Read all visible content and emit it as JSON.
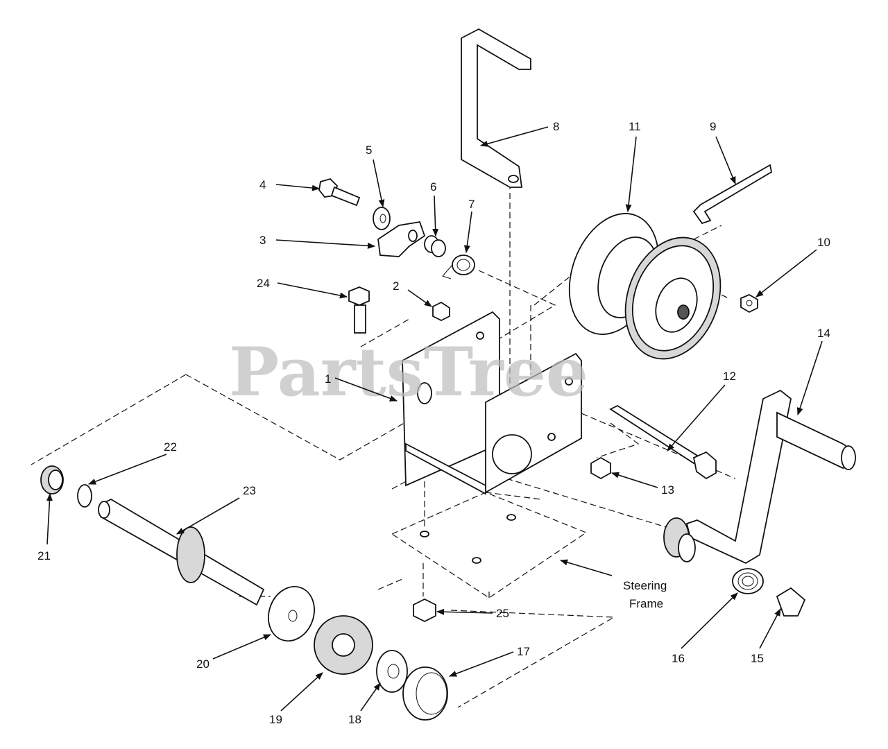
{
  "watermark": "PartsTree",
  "callouts": [
    {
      "id": "c1",
      "text": "1"
    },
    {
      "id": "c2",
      "text": "2"
    },
    {
      "id": "c3",
      "text": "3"
    },
    {
      "id": "c4",
      "text": "4"
    },
    {
      "id": "c5",
      "text": "5"
    },
    {
      "id": "c6",
      "text": "6"
    },
    {
      "id": "c7",
      "text": "7"
    },
    {
      "id": "c8",
      "text": "8"
    },
    {
      "id": "c9",
      "text": "9"
    },
    {
      "id": "c10",
      "text": "10"
    },
    {
      "id": "c11",
      "text": "11"
    },
    {
      "id": "c12",
      "text": "12"
    },
    {
      "id": "c13",
      "text": "13"
    },
    {
      "id": "c14",
      "text": "14"
    },
    {
      "id": "c15",
      "text": "15"
    },
    {
      "id": "c16",
      "text": "16"
    },
    {
      "id": "c17",
      "text": "17"
    },
    {
      "id": "c18",
      "text": "18"
    },
    {
      "id": "c19",
      "text": "19"
    },
    {
      "id": "c20",
      "text": "20"
    },
    {
      "id": "c21",
      "text": "21"
    },
    {
      "id": "c22",
      "text": "22"
    },
    {
      "id": "c23",
      "text": "23"
    },
    {
      "id": "c24",
      "text": "24"
    },
    {
      "id": "c25",
      "text": "25"
    }
  ],
  "steering_frame_label": [
    "Steering",
    "Frame"
  ]
}
